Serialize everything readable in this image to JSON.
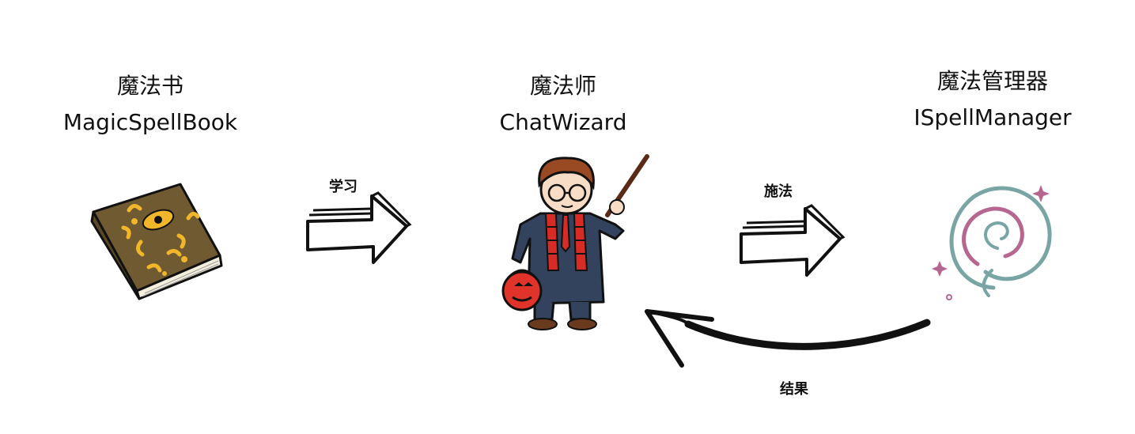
{
  "nodes": {
    "book": {
      "title_cn": "魔法书",
      "title_en": "MagicSpellBook",
      "icon": "spell-book-icon"
    },
    "wizard": {
      "title_cn": "魔法师",
      "title_en": "ChatWizard",
      "icon": "wizard-icon"
    },
    "manager": {
      "title_cn": "魔法管理器",
      "title_en": "ISpellManager",
      "icon": "magic-swirl-icon"
    }
  },
  "edges": {
    "learn": {
      "label": "学习",
      "from": "book",
      "to": "wizard"
    },
    "cast": {
      "label": "施法",
      "from": "wizard",
      "to": "manager"
    },
    "result": {
      "label": "结果",
      "from": "manager",
      "to": "wizard"
    }
  },
  "colors": {
    "book_cover": "#6f5a32",
    "book_gold": "#f2b62b",
    "scarf_red": "#d72b25",
    "robe": "#33435d",
    "hair": "#9a4a22",
    "pumpkin": "#e0342a",
    "swirl_teal": "#7aa5a5",
    "swirl_pink": "#b5678f"
  }
}
